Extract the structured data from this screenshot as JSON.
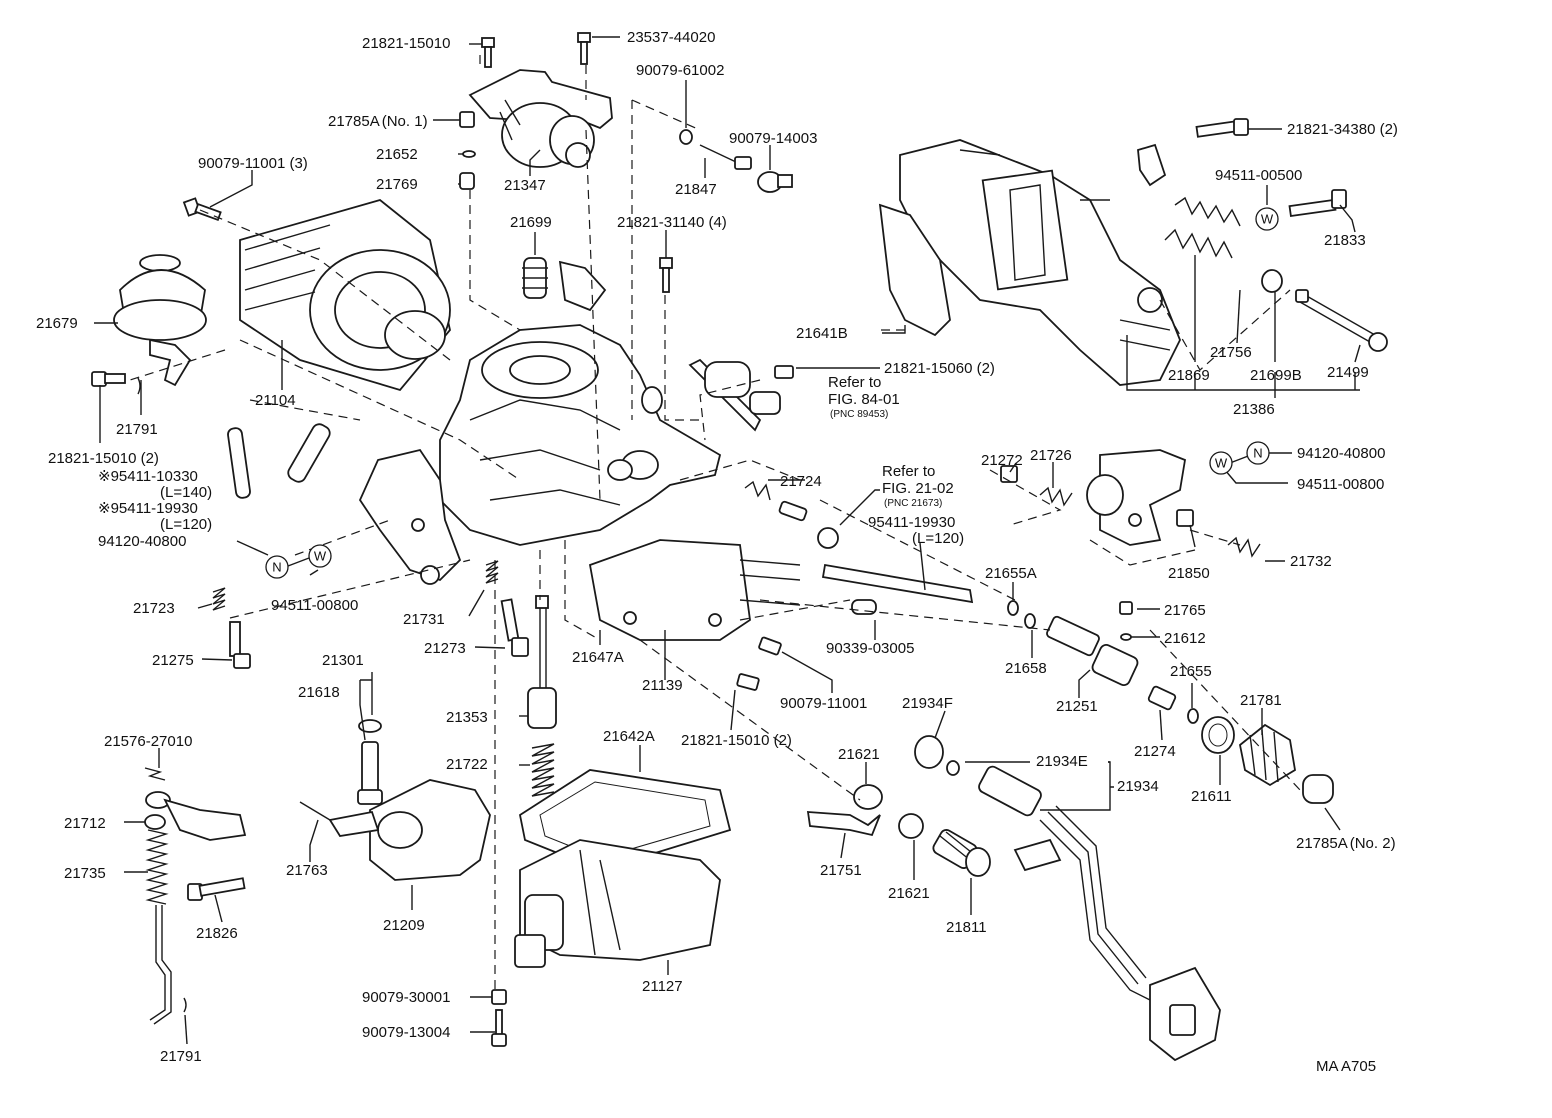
{
  "diagram_code": "MA A705",
  "callouts": [
    {
      "id": "c1",
      "text": "21821-15010"
    },
    {
      "id": "c2",
      "text": "23537-44020"
    },
    {
      "id": "c3",
      "text": "90079-61002"
    },
    {
      "id": "c4",
      "text": "21785A",
      "suffix": "(No. 1)"
    },
    {
      "id": "c5",
      "text": "90079-14003"
    },
    {
      "id": "c6",
      "text": "21652"
    },
    {
      "id": "c7",
      "text": "21769"
    },
    {
      "id": "c8",
      "text": "21347"
    },
    {
      "id": "c9",
      "text": "21847"
    },
    {
      "id": "c10",
      "text": "90079-11001 (3)"
    },
    {
      "id": "c11",
      "text": "21699"
    },
    {
      "id": "c12",
      "text": "21821-31140 (4)"
    },
    {
      "id": "c13",
      "text": "21821-34380 (2)"
    },
    {
      "id": "c14",
      "text": "94511-00500"
    },
    {
      "id": "c15",
      "text": "21833"
    },
    {
      "id": "c16",
      "text": "21679"
    },
    {
      "id": "c17",
      "text": "21641B"
    },
    {
      "id": "c18",
      "text": "21756"
    },
    {
      "id": "c19",
      "text": "21869"
    },
    {
      "id": "c20",
      "text": "21699B"
    },
    {
      "id": "c21",
      "text": "21499"
    },
    {
      "id": "c22",
      "text": "21386"
    },
    {
      "id": "c23",
      "text": "21104"
    },
    {
      "id": "c24",
      "text": "21821-15060 (2)"
    },
    {
      "id": "c25",
      "text": "21791"
    },
    {
      "id": "c26",
      "text": "21821-15010 (2)"
    },
    {
      "id": "c27",
      "text": "※95411-10330"
    },
    {
      "id": "c28",
      "text": "(L=140)"
    },
    {
      "id": "c29",
      "text": "※95411-19930"
    },
    {
      "id": "c30",
      "text": "(L=120)"
    },
    {
      "id": "c31",
      "text": "21272"
    },
    {
      "id": "c32",
      "text": "21726"
    },
    {
      "id": "c33",
      "text": "94120-40800"
    },
    {
      "id": "c34",
      "text": "94511-00800"
    },
    {
      "id": "c35",
      "text": "21724"
    },
    {
      "id": "c36",
      "text": "95411-19930"
    },
    {
      "id": "c37",
      "text": "(L=120)"
    },
    {
      "id": "c38",
      "text": "94120-40800"
    },
    {
      "id": "c39",
      "text": "94511-00800"
    },
    {
      "id": "c40",
      "text": "21732"
    },
    {
      "id": "c41",
      "text": "21850"
    },
    {
      "id": "c42",
      "text": "21655A"
    },
    {
      "id": "c43",
      "text": "21723"
    },
    {
      "id": "c44",
      "text": "21731"
    },
    {
      "id": "c45",
      "text": "21275"
    },
    {
      "id": "c46",
      "text": "21273"
    },
    {
      "id": "c47",
      "text": "21647A"
    },
    {
      "id": "c48",
      "text": "90339-03005"
    },
    {
      "id": "c49",
      "text": "21765"
    },
    {
      "id": "c50",
      "text": "21612"
    },
    {
      "id": "c51",
      "text": "21658"
    },
    {
      "id": "c52",
      "text": "21655"
    },
    {
      "id": "c53",
      "text": "21301"
    },
    {
      "id": "c54",
      "text": "21618"
    },
    {
      "id": "c55",
      "text": "21139"
    },
    {
      "id": "c56",
      "text": "90079-11001"
    },
    {
      "id": "c57",
      "text": "21251"
    },
    {
      "id": "c58",
      "text": "21781"
    },
    {
      "id": "c59",
      "text": "21353"
    },
    {
      "id": "c60",
      "text": "21934F"
    },
    {
      "id": "c61",
      "text": "21274"
    },
    {
      "id": "c62",
      "text": "21576-27010"
    },
    {
      "id": "c63",
      "text": "21642A"
    },
    {
      "id": "c64",
      "text": "21821-15010 (2)"
    },
    {
      "id": "c65",
      "text": "21621"
    },
    {
      "id": "c66",
      "text": "21934E"
    },
    {
      "id": "c67",
      "text": "21934"
    },
    {
      "id": "c68",
      "text": "21611"
    },
    {
      "id": "c69",
      "text": "21722"
    },
    {
      "id": "c70",
      "text": "21712"
    },
    {
      "id": "c71",
      "text": "21735"
    },
    {
      "id": "c72",
      "text": "21763"
    },
    {
      "id": "c73",
      "text": "21751"
    },
    {
      "id": "c74",
      "text": "21785A",
      "suffix": "(No. 2)"
    },
    {
      "id": "c75",
      "text": "21826"
    },
    {
      "id": "c76",
      "text": "21209"
    },
    {
      "id": "c77",
      "text": "21621"
    },
    {
      "id": "c78",
      "text": "21811"
    },
    {
      "id": "c79",
      "text": "90079-30001"
    },
    {
      "id": "c80",
      "text": "21127"
    },
    {
      "id": "c81",
      "text": "90079-13004"
    },
    {
      "id": "c82",
      "text": "21791"
    }
  ],
  "references": [
    {
      "id": "r1",
      "lines": [
        "Refer to",
        "FIG. 84-01"
      ],
      "pnc": "(PNC 89453)"
    },
    {
      "id": "r2",
      "lines": [
        "Refer to",
        "FIG. 21-02"
      ],
      "pnc": "(PNC 21673)"
    }
  ],
  "symbols": {
    "nut": "N",
    "washer": "W"
  }
}
